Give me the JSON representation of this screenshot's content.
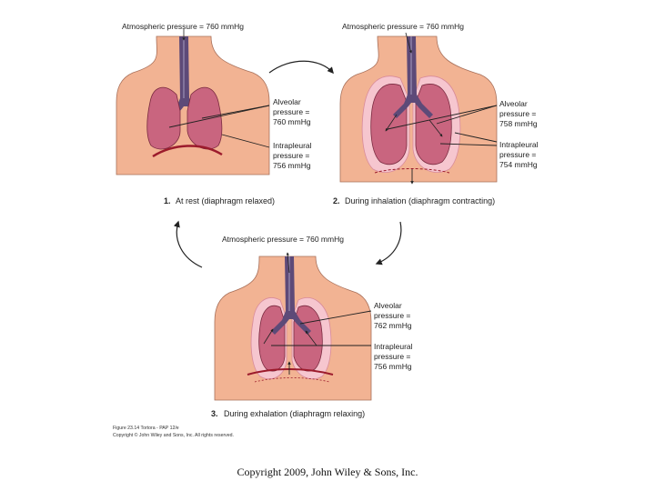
{
  "panels": [
    {
      "atmospheric": "Atmospheric pressure = 760 mmHg",
      "alveolar": [
        "Alveolar",
        "pressure =",
        "760 mmHg"
      ],
      "intrapleural": [
        "Intrapleural",
        "pressure =",
        "756 mmHg"
      ],
      "caption_num": "1.",
      "caption": "At rest (diaphragm relaxed)"
    },
    {
      "atmospheric": "Atmospheric pressure = 760 mmHg",
      "alveolar": [
        "Alveolar",
        "pressure =",
        "758 mmHg"
      ],
      "intrapleural": [
        "Intrapleural",
        "pressure =",
        "754 mmHg"
      ],
      "caption_num": "2.",
      "caption": "During inhalation (diaphragm contracting)"
    },
    {
      "atmospheric": "Atmospheric pressure = 760 mmHg",
      "alveolar": [
        "Alveolar",
        "pressure =",
        "762 mmHg"
      ],
      "intrapleural": [
        "Intrapleural",
        "pressure =",
        "756 mmHg"
      ],
      "caption_num": "3.",
      "caption": "During exhalation (diaphragm relaxing)"
    }
  ],
  "figure_credit": [
    "Figure 23.14 Tortora - PAP 12/e",
    "Copyright © John Wiley and Sons, Inc. All rights reserved."
  ],
  "copyright": "Copyright 2009, John Wiley & Sons, Inc.",
  "colors": {
    "skin": "#f2b393",
    "lung": "#c9657f",
    "pleura": "#f6c6cf",
    "airway": "#5d4a78",
    "diaphragm": "#9c1b2c"
  }
}
